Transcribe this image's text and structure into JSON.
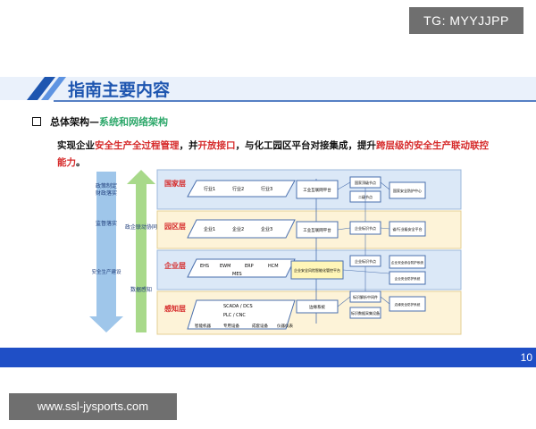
{
  "watermark_top": "TG: MYYJJPP",
  "watermark_bottom": "www.ssl-jysports.com",
  "slide_title": "指南主要内容",
  "section": {
    "prefix": "总体架构—",
    "highlight": "系统和网络架构"
  },
  "description": {
    "p1": "实现企业",
    "h1": "安全生产全过程管理",
    "p2": "，并",
    "h2": "开放接口",
    "p3": "，与化工园区平台对接集成，提升",
    "h3": "跨层级的安全生产联动联控能力",
    "p4": "。"
  },
  "page_number": "10",
  "colors": {
    "title": "#1e56b0",
    "bar": "#1f4fc6",
    "highlight_green": "#2ea86b",
    "highlight_red": "#d62b2b"
  },
  "diagram": {
    "down_arrow": [
      "政策制定",
      "财政落实",
      "监督落实",
      "安全生产建设"
    ],
    "up_arrow": [
      "政企联动协同",
      "数据感知"
    ],
    "layers": [
      {
        "name": "国家层",
        "nodes": [
          "行业1",
          "行业2",
          "行业3"
        ],
        "platform": "工业互联网平台",
        "small_boxes": [
          "国家顶级节点",
          "二级节点",
          "国家安全防护中心"
        ]
      },
      {
        "name": "园区层",
        "nodes": [
          "企业1",
          "企业2",
          "企业3"
        ],
        "platform": "工业互联网平台",
        "small_boxes": [
          "企业标识节点",
          "省/行业级安全平台"
        ]
      },
      {
        "name": "企业层",
        "nodes": [
          "EHS",
          "EWM",
          "ERP",
          "HCM",
          "MES"
        ],
        "platform": "企业安全风险智能化管控平台",
        "small_boxes": [
          "企业标识节点",
          "企业安全综合防护系统",
          "企业安全防护系统"
        ]
      },
      {
        "name": "感知层",
        "nodes": [
          "SCADA / DCS",
          "PLC / CNC",
          "智能机器",
          "专用设备",
          "成套设备",
          "仪器仪表"
        ],
        "platform": "边缘系统",
        "small_boxes": [
          "标识解析中间件",
          "标识数据采集设备",
          "边缘安全防护系统"
        ]
      }
    ]
  }
}
